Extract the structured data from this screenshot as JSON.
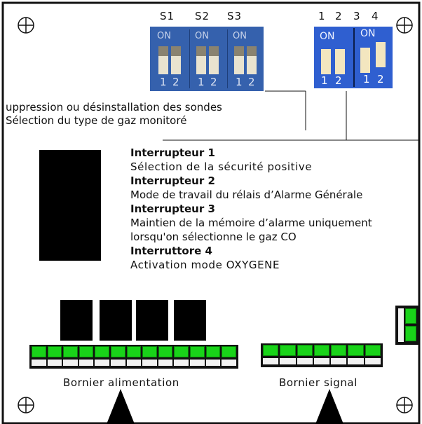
{
  "dip_labels": {
    "s1": "S1",
    "s2": "S2",
    "s3": "S3",
    "d1": "1",
    "d2": "2",
    "d3": "3",
    "d4": "4"
  },
  "switch_text": {
    "on": "ON",
    "pos1": "1",
    "pos2": "2"
  },
  "callouts": {
    "line1": "uppression ou désinstallation des sondes",
    "line2": "Sélection du type de gaz monitoré"
  },
  "legend": [
    {
      "title": "Interrupteur 1",
      "lines": [
        "Sélection de la sécurité positive"
      ]
    },
    {
      "title": "Interrupteur 2",
      "lines": [
        "Mode de travail du rélais d’Alarme Générale"
      ]
    },
    {
      "title": "Interrupteur 3",
      "lines": [
        "Maintien de la mémoire d’alarme  uniquement",
        "lorsqu'on sélectionne le gaz CO"
      ]
    },
    {
      "title": "Interruttore 4",
      "lines": [
        "Activation  mode  OXYGENE"
      ]
    }
  ],
  "terminals": {
    "power_label": "Bornier alimentation",
    "signal_label": "Bornier signal"
  },
  "colors": {
    "dip_blue": "#3561ad",
    "terminal_green": "#19d319",
    "outline": "#111111"
  }
}
